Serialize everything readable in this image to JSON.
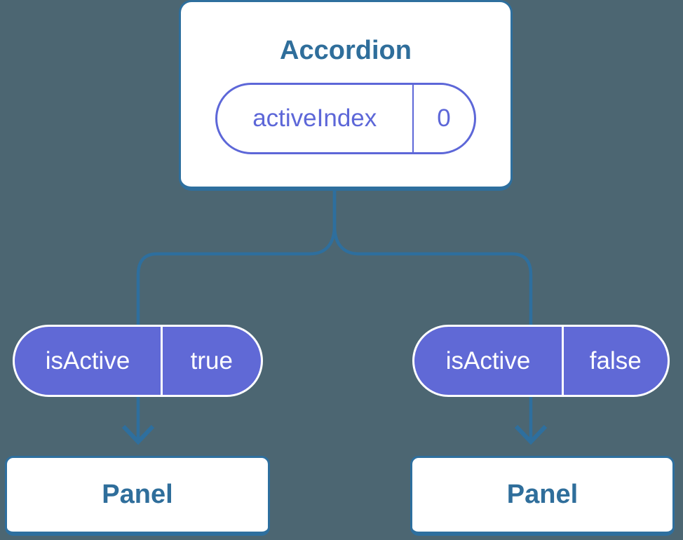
{
  "colors": {
    "background": "#4c6672",
    "line_blue": "#2e6f9e",
    "node_text_blue": "#2f6e9b",
    "pill_indigo": "#5d67d8",
    "pill_fill_indigo": "#6069d6",
    "node_background": "#ffffff",
    "pill_text_white": "#ffffff"
  },
  "accordion_card": {
    "title": "Accordion",
    "state_pill": {
      "name": "activeIndex",
      "value": "0"
    }
  },
  "children": [
    {
      "prop_pill": {
        "name": "isActive",
        "value": "true"
      },
      "node": {
        "title": "Panel"
      }
    },
    {
      "prop_pill": {
        "name": "isActive",
        "value": "false"
      },
      "node": {
        "title": "Panel"
      }
    }
  ]
}
